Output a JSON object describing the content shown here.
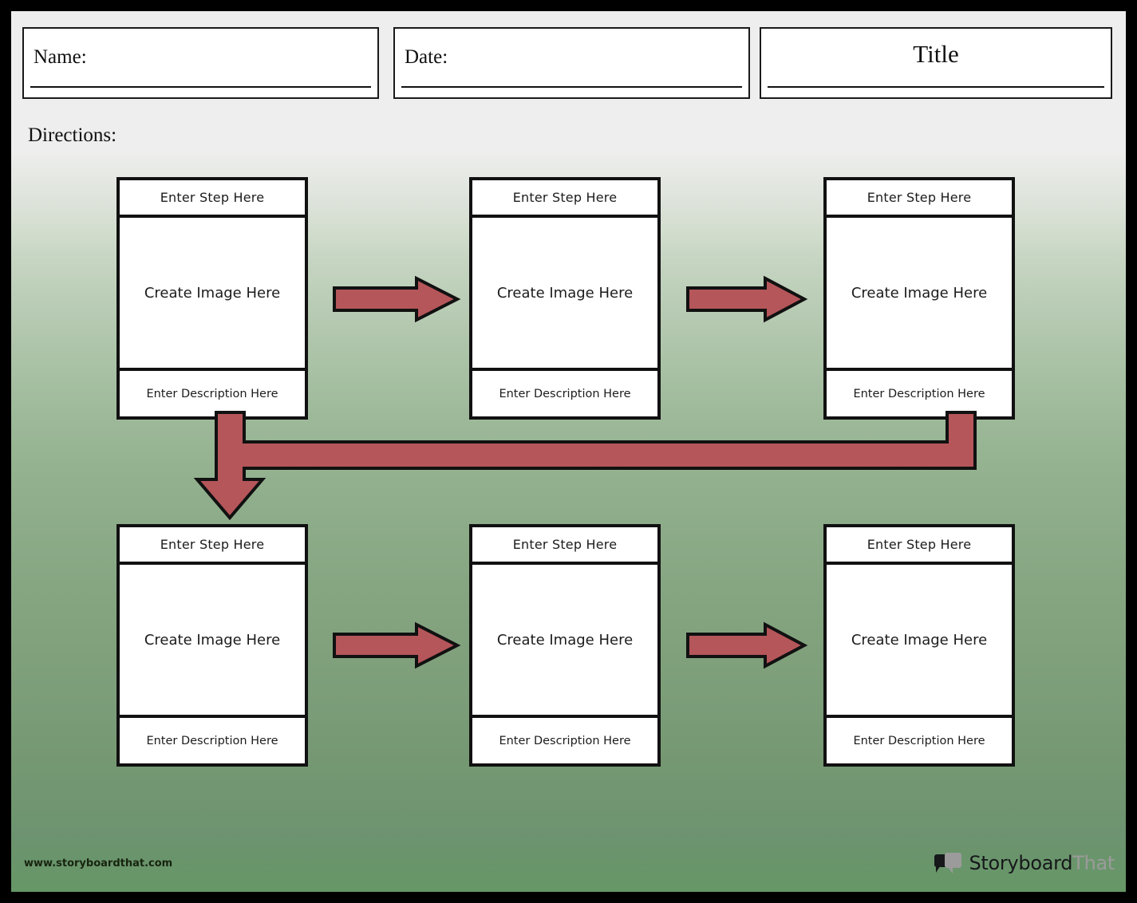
{
  "document": {
    "type": "worksheet",
    "layout": "flowchart-6-step",
    "background_top_color": "#eeeeee",
    "background_bottom_color": "#669766",
    "frame_color": "#000000"
  },
  "header": {
    "name_label": "Name:",
    "date_label": "Date:",
    "title_label": "Title",
    "directions_label": "Directions:"
  },
  "accent": {
    "arrow_fill": "#b5565a",
    "arrow_stroke": "#111111",
    "card_border": "#111111",
    "card_fill": "#ffffff"
  },
  "cards": [
    {
      "id": "r1c1",
      "step": "Enter Step Here",
      "image": "Create Image Here",
      "description": "Enter Description Here"
    },
    {
      "id": "r1c2",
      "step": "Enter Step Here",
      "image": "Create Image Here",
      "description": "Enter Description Here"
    },
    {
      "id": "r1c3",
      "step": "Enter Step Here",
      "image": "Create Image Here",
      "description": "Enter Description Here"
    },
    {
      "id": "r2c1",
      "step": "Enter Step Here",
      "image": "Create Image Here",
      "description": "Enter Description Here"
    },
    {
      "id": "r2c2",
      "step": "Enter Step Here",
      "image": "Create Image Here",
      "description": "Enter Description Here"
    },
    {
      "id": "r2c3",
      "step": "Enter Step Here",
      "image": "Create Image Here",
      "description": "Enter Description Here"
    }
  ],
  "connectors": [
    {
      "id": "arrow-r1-1",
      "direction": "right"
    },
    {
      "id": "arrow-r1-2",
      "direction": "right"
    },
    {
      "id": "arrow-wrap",
      "direction": "wrap-down-left"
    },
    {
      "id": "arrow-r2-1",
      "direction": "right"
    },
    {
      "id": "arrow-r2-2",
      "direction": "right"
    }
  ],
  "footer": {
    "url": "www.storyboardthat.com",
    "brand_primary": "Storyboard",
    "brand_secondary": "That"
  }
}
